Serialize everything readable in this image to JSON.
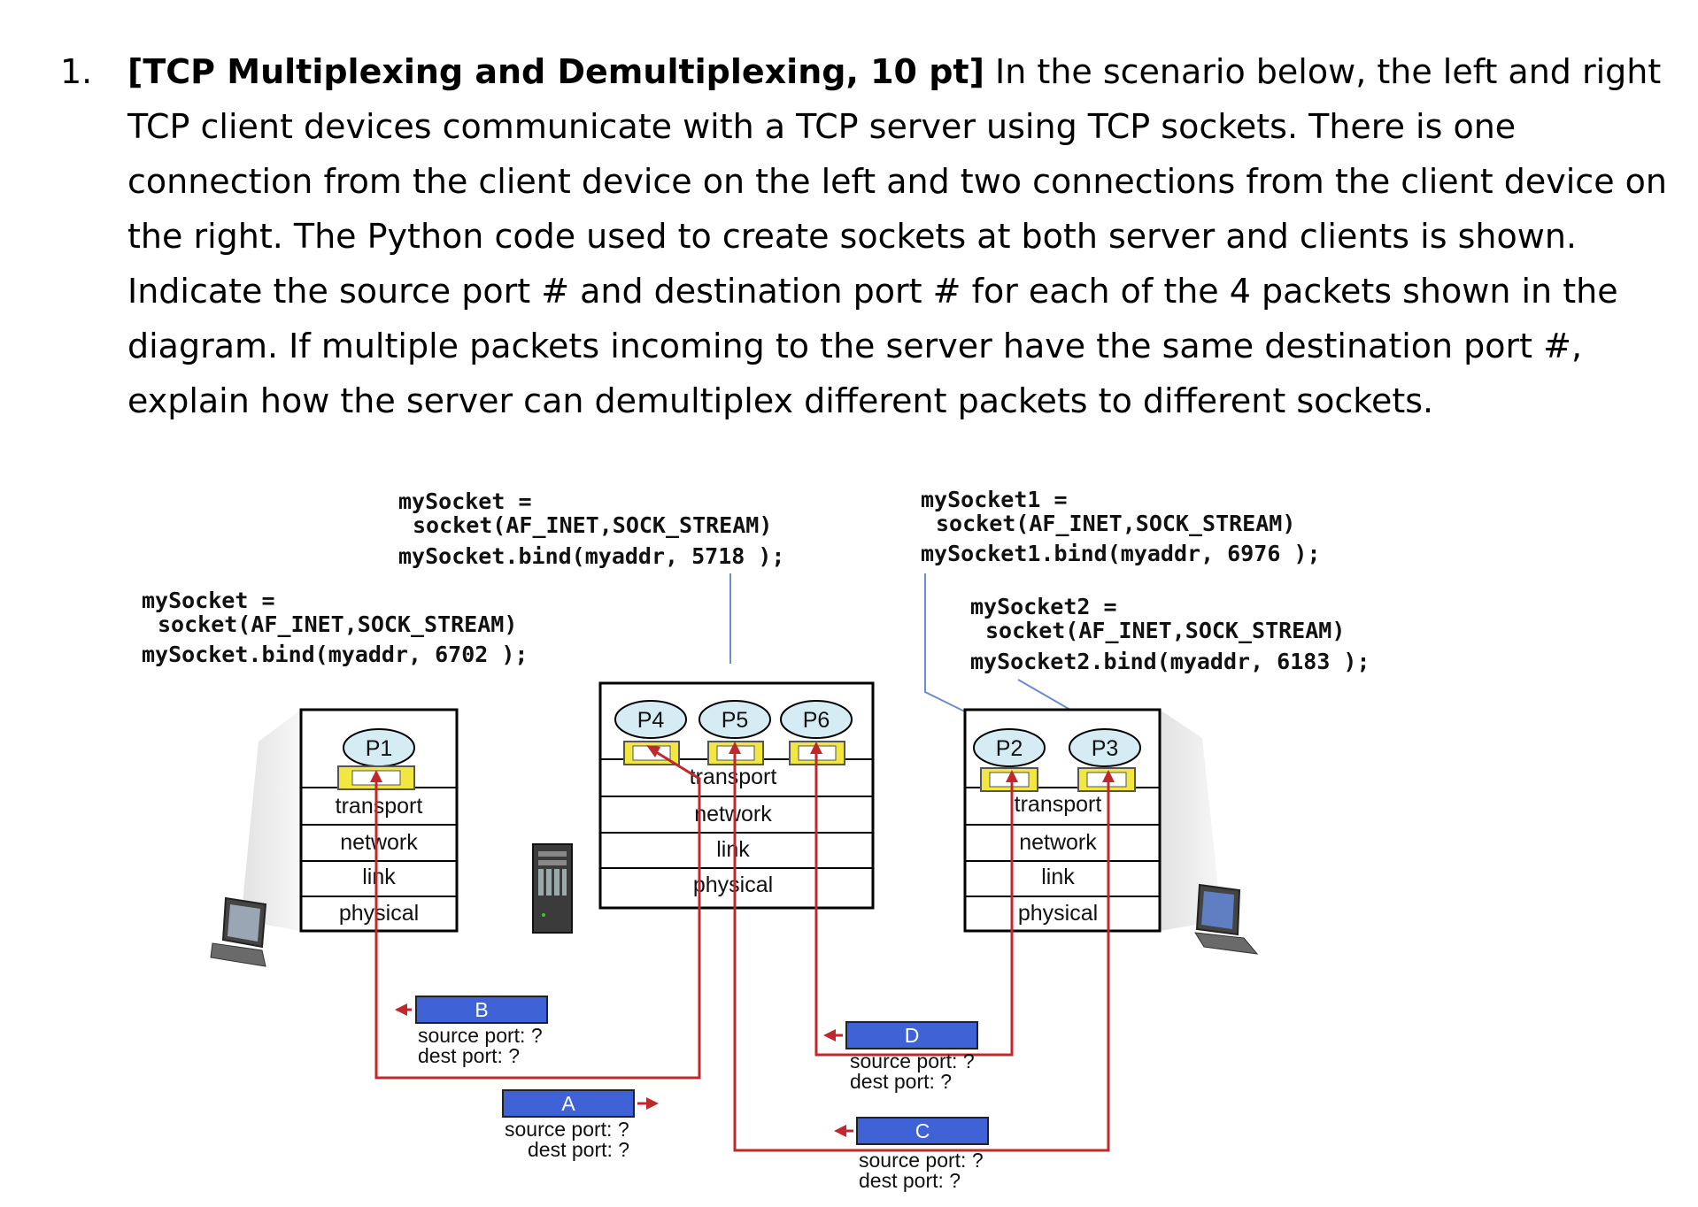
{
  "question": {
    "number": "1.",
    "title": "[TCP Multiplexing and Demultiplexing, 10 pt]",
    "body": " In the scenario below, the left and right TCP client devices communicate with a TCP server using TCP sockets. There is one connection from the client device on the left and two connections from the client device on the right. The Python code used to create sockets at both server and clients is shown.  Indicate the source port # and destination port # for each of the 4 packets shown in the diagram.  If multiple packets incoming to the server have the same destination port #, explain how the server can demultiplex different packets to different sockets."
  },
  "code": {
    "left": [
      "mySocket =",
      "socket(AF_INET,SOCK_STREAM)",
      "mySocket.bind(myaddr, 6702   );"
    ],
    "server": [
      "mySocket =",
      "socket(AF_INET,SOCK_STREAM)",
      "mySocket.bind(myaddr, 5718   );"
    ],
    "right1": [
      "mySocket1 =",
      "socket(AF_INET,SOCK_STREAM)",
      "mySocket1.bind(myaddr, 6976   );"
    ],
    "right2": [
      "mySocket2 =",
      "socket(AF_INET,SOCK_STREAM)",
      "mySocket2.bind(myaddr, 6183   );"
    ]
  },
  "layers": [
    "transport",
    "network",
    "link",
    "physical"
  ],
  "processes": {
    "left": [
      "P1"
    ],
    "server": [
      "P4",
      "P5",
      "P6"
    ],
    "right": [
      "P2",
      "P3"
    ]
  },
  "packets": [
    {
      "id": "B",
      "src": "source port: ?",
      "dst": "dest port: ?"
    },
    {
      "id": "A",
      "src": "source port: ?",
      "dst": "dest port: ?"
    },
    {
      "id": "D",
      "src": "source port: ?",
      "dst": "dest port: ?"
    },
    {
      "id": "C",
      "src": "source port: ?",
      "dst": "dest port: ?"
    }
  ],
  "colors": {
    "arrow": "#c0282d",
    "packet": "#3f63d6",
    "socket": "#f2e640",
    "process": "#d6ecf5",
    "line": "#6c8ccf"
  }
}
